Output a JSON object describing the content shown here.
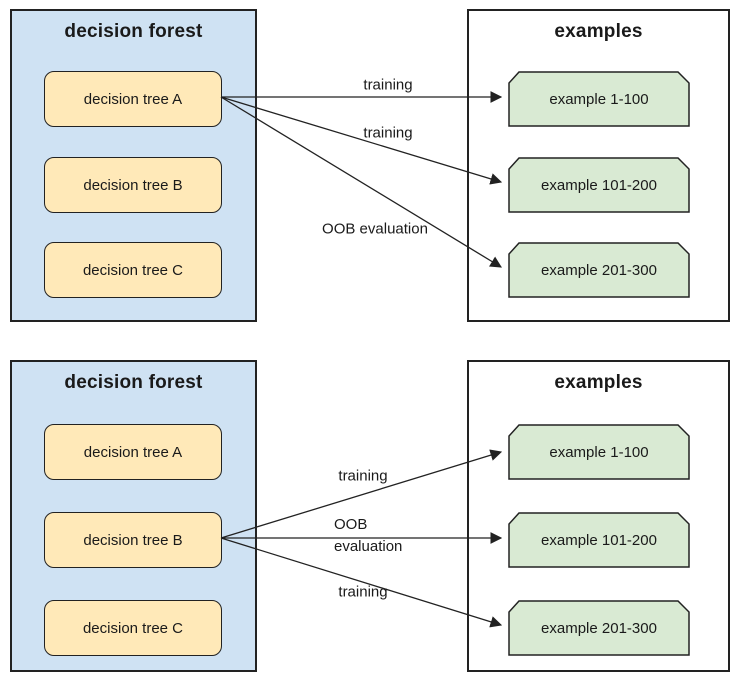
{
  "colors": {
    "background": "#ffffff",
    "forest_panel_fill": "#cfe2f3",
    "tree_box_fill": "#ffe9b8",
    "example_box_fill": "#d9ead3",
    "outline": "#222222",
    "text": "#1a1a1a"
  },
  "top_diagram": {
    "forest_title": "decision forest",
    "examples_title": "examples",
    "trees": [
      "decision tree A",
      "decision tree B",
      "decision tree C"
    ],
    "examples": [
      "example 1-100",
      "example 101-200",
      "example 201-300"
    ],
    "source_tree": "decision tree A",
    "arrows": [
      {
        "label": "training",
        "from": "decision tree A",
        "to": "example 1-100"
      },
      {
        "label": "training",
        "from": "decision tree A",
        "to": "example 101-200"
      },
      {
        "label": "OOB evaluation",
        "from": "decision tree A",
        "to": "example 201-300"
      }
    ]
  },
  "bottom_diagram": {
    "forest_title": "decision forest",
    "examples_title": "examples",
    "trees": [
      "decision tree A",
      "decision tree B",
      "decision tree C"
    ],
    "examples": [
      "example 1-100",
      "example 101-200",
      "example 201-300"
    ],
    "source_tree": "decision tree B",
    "arrows": [
      {
        "label": "training",
        "from": "decision tree B",
        "to": "example 1-100"
      },
      {
        "label_line1": "OOB",
        "label_line2": "evaluation",
        "from": "decision tree B",
        "to": "example 101-200"
      },
      {
        "label": "training",
        "from": "decision tree B",
        "to": "example 201-300"
      }
    ]
  }
}
